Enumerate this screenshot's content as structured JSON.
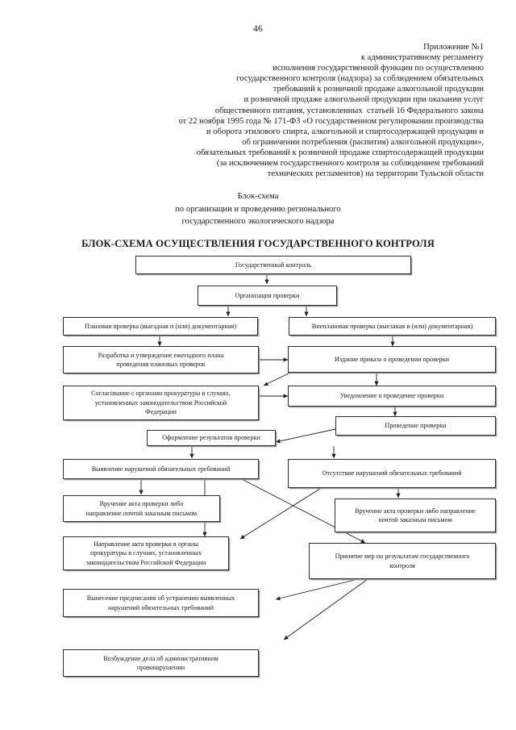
{
  "document": {
    "page_number": "46",
    "appendix": {
      "lines": [
        "Приложение №1",
        "к административному регламенту",
        "исполнения государственной функции по осуществлению",
        "государственного контроля (надзора) за соблюдением обязательных",
        "требований к розничной продаже алкогольной продукции",
        "и розничной продаже алкогольной продукции при оказании услуг",
        "общественного питания, установленных  статьей 16 Федерального закона",
        "от 22 ноября 1995 года № 171-ФЗ «О государственном регулировании производства",
        "и оборота этилового спирта, алкогольной и спиртосодержащей продукции и",
        "об ограничении потребления (распития) алкогольной продукции»,",
        "обязательных требований к розничной продаже спиртосодержащей продукции",
        "(за исключением государственного контроля за соблюдением требований",
        "технических регламентов) на территории Тульской области"
      ]
    },
    "subtitle": {
      "lines": [
        "Блок-схема",
        "по организации и проведению регионального",
        "государственного экологического надзора"
      ]
    },
    "heading": "БЛОК-СХЕМА ОСУЩЕСТВЛЕНИЯ ГОСУДАРСТВЕННОГО КОНТРОЛЯ"
  },
  "flowchart": {
    "nodes": [
      {
        "id": "n01",
        "label": "Государственный контроль"
      },
      {
        "id": "n02",
        "label": "Организация проверки"
      },
      {
        "id": "n03",
        "label": "Плановая проверка (выездная и (или) документарная)"
      },
      {
        "id": "n04",
        "label": "Внеплановая проверка (выезаная и (или) документарная)"
      },
      {
        "id": "n05",
        "line1": "Разработка и утверждение ежегодного плана",
        "line2": "проведения плановых проверок"
      },
      {
        "id": "n06",
        "label": "Издание приказа о проведении проверки"
      },
      {
        "id": "n07",
        "line1": "Согласование с органами прокуратуры в случаях,",
        "line2": "установленных законодательством Российской",
        "line3": "Федерации"
      },
      {
        "id": "n08",
        "label": "Уведомление о проведение проверки"
      },
      {
        "id": "n09",
        "label": "Проведение проверки"
      },
      {
        "id": "n10",
        "label": "Оформление результатов проверки"
      },
      {
        "id": "n11",
        "label": "Выявление нарушений обязательных требований"
      },
      {
        "id": "n12",
        "label": "Отсутствие нарушений обязательных требований"
      },
      {
        "id": "n13",
        "line1": "Вручение акта проверки либо",
        "line2": "направление почтой заказным письмом"
      },
      {
        "id": "n14",
        "line1": "Вручение акта проверки либо направление",
        "line2": "почтой заказным письмом"
      },
      {
        "id": "n15",
        "line1": "Направление акта проверки в органы",
        "line2": "прокуратуры в случаях, установленных",
        "line3": "законодательством Российской Федерации"
      },
      {
        "id": "n16",
        "line1": "Принятие мер по результатам государственного",
        "line2": "контроля"
      },
      {
        "id": "n17",
        "line1": "Вынесение предписания об устранении выявленных",
        "line2": "нарушений обязательных требований"
      },
      {
        "id": "n18",
        "line1": "Возбуждение дела об административном",
        "line2": "правонарушении"
      }
    ],
    "colors": {
      "box_border": "#2c2c2c",
      "box_shadow": "#9a9a9a",
      "connector": "#1f1f1f",
      "text": "#1a1a1a"
    }
  }
}
